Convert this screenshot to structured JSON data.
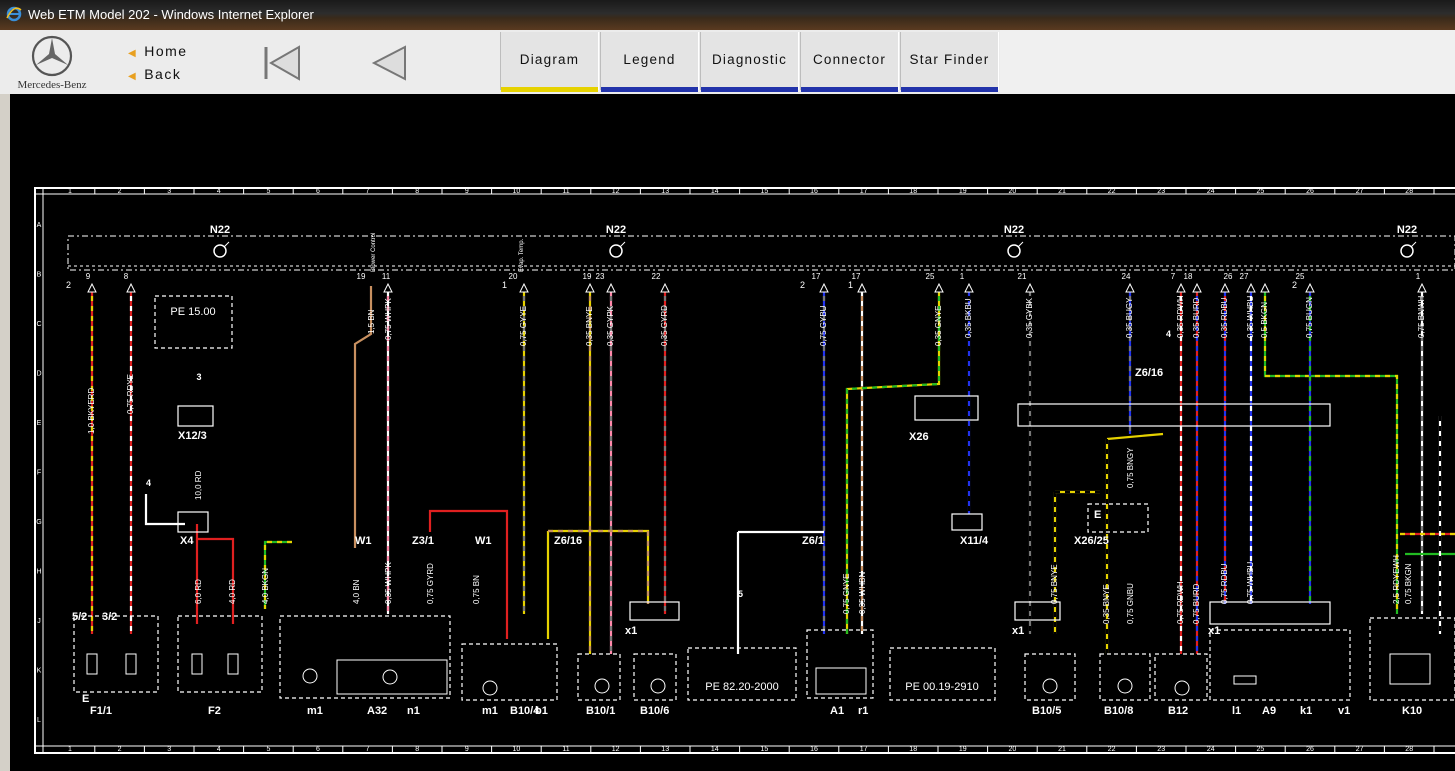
{
  "window": {
    "title": "Web ETM Model 202 - Windows Internet Explorer"
  },
  "nav": {
    "brand": "Mercedes-Benz",
    "home_label": "Home",
    "back_label": "Back"
  },
  "tabs": [
    {
      "label": "Diagram",
      "color": "#e6d200"
    },
    {
      "label": "Legend",
      "color": "#2233aa"
    },
    {
      "label": "Diagnostic",
      "color": "#2233aa"
    },
    {
      "label": "Connector",
      "color": "#2233aa"
    },
    {
      "label": "Star Finder",
      "color": "#2233aa"
    }
  ],
  "grid": {
    "columns": [
      "1",
      "2",
      "3",
      "4",
      "5",
      "6",
      "7",
      "8",
      "9",
      "10",
      "11",
      "12",
      "13",
      "14",
      "15",
      "16",
      "17",
      "18",
      "19",
      "20",
      "21",
      "22",
      "23",
      "24",
      "25",
      "26",
      "27",
      "28"
    ],
    "rows": [
      "A",
      "B",
      "C",
      "D",
      "E",
      "F",
      "G",
      "H",
      "J",
      "K",
      "L"
    ]
  },
  "modules": [
    "N22",
    "N22",
    "N22",
    "N22"
  ],
  "refs": {
    "pe1": "PE 15.00",
    "pe2": "PE 82.20-2000",
    "pe3": "PE 00.19-2910"
  },
  "wires": {
    "w1": "1,0 BKYERD",
    "w2": "0,75 RDYE",
    "w3": "1,5 BN",
    "w4": "0,75 WHPK",
    "w5": "0,75 GYYE",
    "w6": "0,35 BNYE",
    "w7": "0,35 GYPK",
    "w8": "0,35 GYRD",
    "w9": "0,75 GYBU",
    "w10": "0,35 GNYE",
    "w11": "0,35 BKBU",
    "w12": "0,35 GYBK",
    "w13": "0,35 BUGY",
    "w14": "0,35 RDWH",
    "w15": "0,35 BURD",
    "w16": "0,35 RDBU",
    "w17": "0,35 WHBU",
    "w18": "0,5 BKGN",
    "w19": "0,75 BUGN",
    "w20": "0,75 BNWH",
    "w21": "10,0 RD",
    "w22": "6,0 RD",
    "w23": "4,0 RD",
    "w24": "4,0 BKGN",
    "w25": "4,0 BN",
    "w26": "0,35 WHPK",
    "w27": "0,75 GYRD",
    "w28": "0,75 BN",
    "w29": "0,75 GNYE",
    "w30": "0,35 WHBN",
    "w31": "0,75 BNYE",
    "w32": "0,75 BNGY",
    "w33": "0,75 GNBU",
    "w34": "0,35 BNYE",
    "w35": "0,75 RDBU",
    "w36": "0,75 WHBU",
    "w37": "2,5 RDYEWH",
    "w38": "0,75 BKGN",
    "w39": "0,75 RDWH",
    "w40": "0,75 BURD"
  },
  "labels": {
    "f11": "F1/1",
    "f2": "F2",
    "x4": "X4",
    "x123": "X12/3",
    "a32": "A32",
    "m1a": "m1",
    "n1": "n1",
    "w1a": "W1",
    "z31": "Z3/1",
    "w1b": "W1",
    "m1b": "m1",
    "b104": "B10/4",
    "b1": "b1",
    "z616a": "Z6/16",
    "b101": "B10/1",
    "b106": "B10/6",
    "x1a": "x1",
    "z61": "Z6/1",
    "a1": "A1",
    "r1": "r1",
    "x26": "X26",
    "x114": "X11/4",
    "b105": "B10/5",
    "x1b": "x1",
    "b108": "B10/8",
    "x2625": "X26/25",
    "b12": "B12",
    "z616b": "Z6/16",
    "x1c": "x1",
    "l1": "l1",
    "a9": "A9",
    "k1": "k1",
    "v1": "v1",
    "k10": "K10",
    "e": "E",
    "e2": "E",
    "lbl52": "5/2",
    "lbl32": "3/2",
    "num3": "3",
    "num4": "4",
    "num4b": "4",
    "num5": "5",
    "blower": "Blower Control",
    "evap": "Evap. Temp."
  }
}
